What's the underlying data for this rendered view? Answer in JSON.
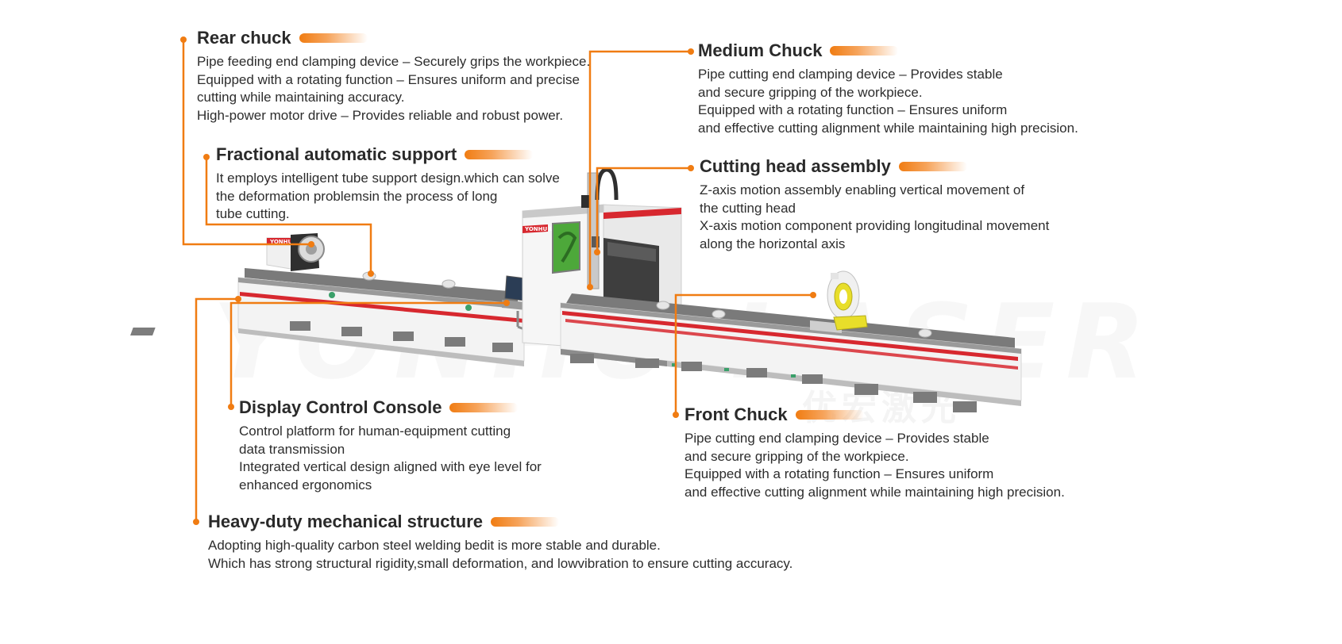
{
  "watermark": "YONHU LASER",
  "watermark_cn": "优宏激光",
  "machine": {
    "brand_label": "YONHU LASER"
  },
  "callouts": {
    "rear_chuck": {
      "title": "Rear chuck",
      "lines": [
        "Pipe feeding end clamping device – Securely grips the workpiece.",
        "Equipped with a rotating function – Ensures uniform and precise",
        "cutting while maintaining accuracy.",
        "High-power motor drive – Provides reliable and robust power."
      ]
    },
    "fractional_support": {
      "title": "Fractional automatic support",
      "lines": [
        "It employs intelligent tube support design.which can solve",
        "the deformation problemsin the process of long",
        "tube cutting."
      ]
    },
    "medium_chuck": {
      "title": "Medium Chuck",
      "lines": [
        "Pipe cutting end clamping device – Provides stable",
        "and secure gripping of the workpiece.",
        "Equipped with a rotating function – Ensures uniform",
        "and effective cutting alignment while maintaining high precision."
      ]
    },
    "cutting_head": {
      "title": "Cutting head assembly",
      "lines": [
        "Z-axis motion assembly enabling vertical movement of",
        "the cutting head",
        "X-axis motion component providing longitudinal movement",
        "along the horizontal axis"
      ]
    },
    "display_console": {
      "title": "Display Control Console",
      "lines": [
        "Control platform for human-equipment cutting",
        "data transmission",
        "Integrated vertical design aligned with eye level for",
        "enhanced ergonomics"
      ]
    },
    "front_chuck": {
      "title": "Front Chuck",
      "lines": [
        "Pipe cutting end clamping device – Provides stable",
        "and secure gripping of the workpiece.",
        "Equipped with a rotating function – Ensures uniform",
        "and effective cutting alignment while maintaining high precision."
      ]
    },
    "heavy_duty": {
      "title": "Heavy-duty mechanical structure",
      "lines": [
        "Adopting high-quality carbon steel welding bedit is more stable and durable.",
        "Which has strong structural rigidity,small deformation, and lowvibration to ensure cutting accuracy."
      ]
    }
  },
  "colors": {
    "accent": "#f07c12",
    "machine_body": "#f2f2f2",
    "machine_rail": "#6b6b6b",
    "stripe": "#d7282f",
    "window": "#4da83a",
    "chuck_yellow": "#e8de2a"
  }
}
